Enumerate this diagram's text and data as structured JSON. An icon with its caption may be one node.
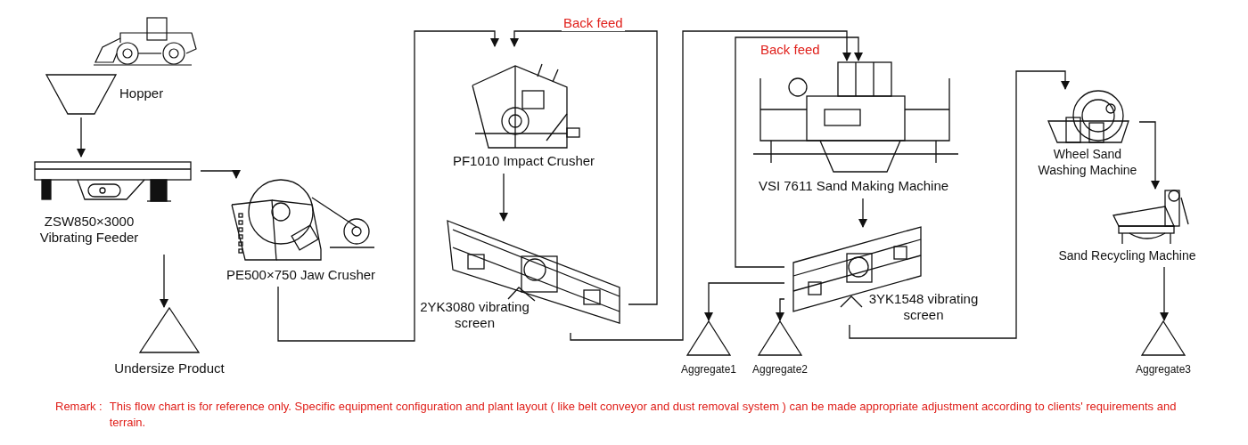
{
  "diagram": {
    "nodes": [
      {
        "text": [
          "Hopper"
        ]
      },
      {
        "text": [
          "ZSW850×3000 Vibrating Feeder"
        ]
      },
      {
        "text": [
          "Undersize Product"
        ]
      },
      {
        "text": [
          "PE500×750 Jaw Crusher"
        ]
      },
      {
        "text": [
          "PF1010 Impact Crusher"
        ]
      },
      {
        "text": [
          "2YK3080 vibrating screen"
        ]
      },
      {
        "text": [
          "VSI 7611 Sand Making Machine"
        ]
      },
      {
        "text": [
          "3YK1548 vibrating screen"
        ]
      },
      {
        "text": [
          "Aggregate1"
        ]
      },
      {
        "text": [
          "Aggregate2"
        ]
      },
      {
        "text": [
          "Wheel Sand Washing Machine"
        ]
      },
      {
        "text": [
          "Sand Recycling Machine"
        ]
      },
      {
        "text": [
          "Aggregate3"
        ]
      }
    ],
    "edges": [
      {
        "from": 0,
        "to": 1,
        "arrow": "to"
      },
      {
        "from": 1,
        "to": 3,
        "arrow": "to"
      },
      {
        "from": 1,
        "to": 2,
        "arrow": "to"
      },
      {
        "from": 3,
        "to": 4,
        "arrow": "to"
      },
      {
        "from": 4,
        "to": 5,
        "arrow": "to"
      },
      {
        "from": 5,
        "to": 4,
        "arrow": "to",
        "label": "Back feed"
      },
      {
        "from": 5,
        "to": 6,
        "arrow": "to"
      },
      {
        "from": 6,
        "to": 7,
        "arrow": "to"
      },
      {
        "from": 7,
        "to": 6,
        "arrow": "to",
        "label": "Back feed"
      },
      {
        "from": 7,
        "to": 8,
        "arrow": "to"
      },
      {
        "from": 7,
        "to": 9,
        "arrow": "to"
      },
      {
        "from": 7,
        "to": 10,
        "arrow": "to"
      },
      {
        "from": 10,
        "to": 11,
        "arrow": "to"
      },
      {
        "from": 11,
        "to": 12,
        "arrow": "to"
      }
    ],
    "labels": [
      "Remark :",
      "This flow chart is for reference only. Specific equipment configuration and plant layout ( like belt conveyor and dust removal system ) can be made appropriate adjustment according to clients' requirements and terrain."
    ]
  }
}
